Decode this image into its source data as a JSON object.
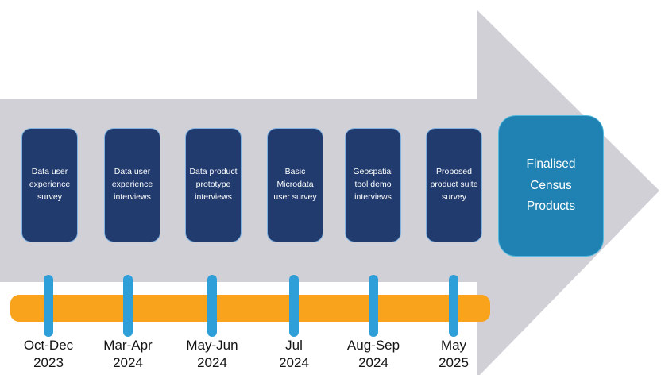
{
  "diagram": {
    "title_hint": "Census products consultation timeline",
    "stages": [
      {
        "label": "Data user experience survey",
        "date": [
          "Oct-Dec",
          "2023"
        ]
      },
      {
        "label": "Data user experience interviews",
        "date": [
          "Mar-Apr",
          "2024"
        ]
      },
      {
        "label": "Data product prototype interviews",
        "date": [
          "May-Jun",
          "2024"
        ]
      },
      {
        "label": "Basic Microdata user survey",
        "date": [
          "Jul",
          "2024"
        ]
      },
      {
        "label": "Geospatial tool demo interviews",
        "date": [
          "Aug-Sep",
          "2024"
        ]
      },
      {
        "label": "Proposed product suite survey",
        "date": [
          "May",
          "2025"
        ]
      }
    ],
    "final_label": "Finalised Census Products"
  },
  "colors": {
    "arrow_gray": "#D1D0D7",
    "stage_navy": "#213B6E",
    "stage_border": "#7FB2E0",
    "final_teal": "#1F82B2",
    "final_border": "#54B8DC",
    "timeline_orange": "#F9A21C",
    "tick_blue": "#2E9FD9",
    "stage_text": "#FFFFFF",
    "date_text": "#141414"
  }
}
